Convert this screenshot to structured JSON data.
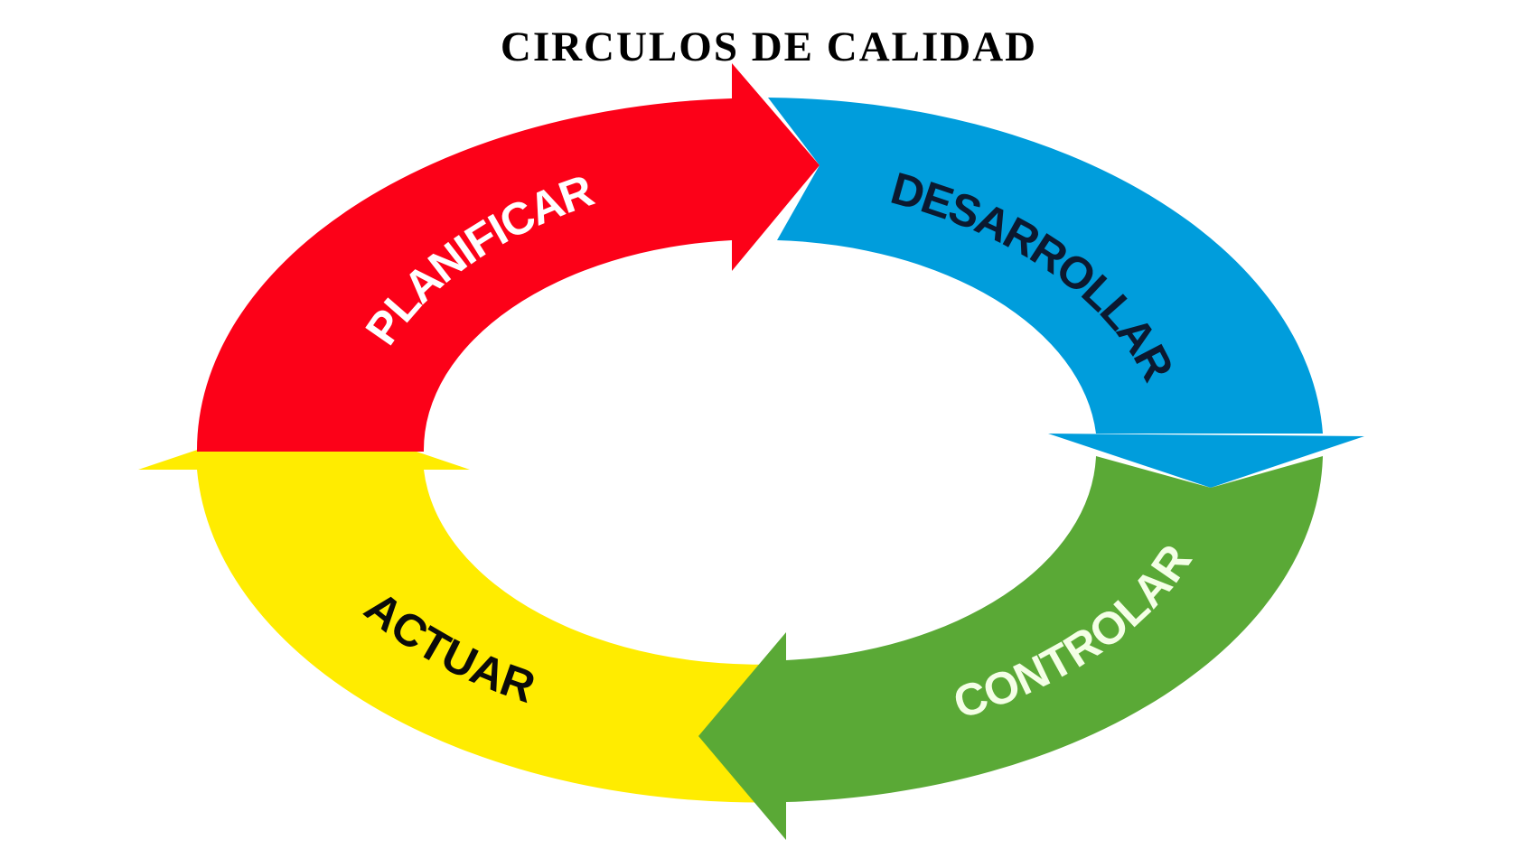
{
  "title": "CIRCULOS DE CALIDAD",
  "cycle": {
    "stages": [
      {
        "label": "PLANIFICAR",
        "color": "#fc0118",
        "text_color": "#ffffff"
      },
      {
        "label": "DESARROLLAR",
        "color": "#009ddc",
        "text_color": "#0b1930"
      },
      {
        "label": "CONTROLAR",
        "color": "#5aa936",
        "text_color": "#f4ffe6"
      },
      {
        "label": "ACTUAR",
        "color": "#ffec00",
        "text_color": "#0a0a0a"
      }
    ],
    "direction": "clockwise"
  }
}
